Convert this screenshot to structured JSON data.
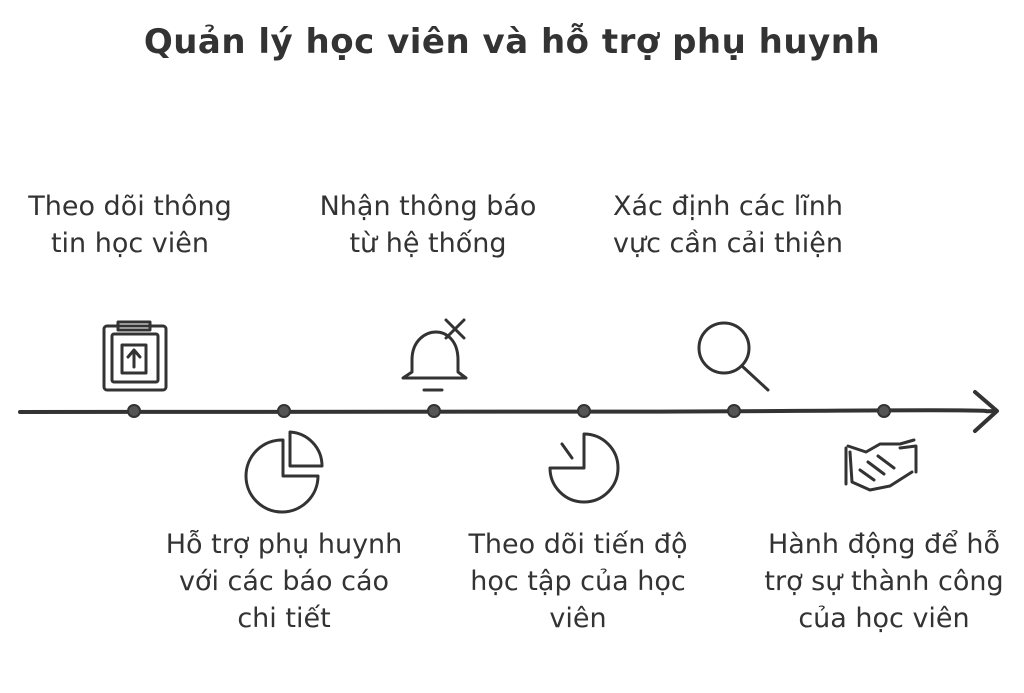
{
  "title": "Quản lý học viên và hỗ trợ phụ huynh",
  "steps": [
    {
      "label": "Theo dõi thông tin học viên",
      "icon": "clipboard-upload-icon",
      "side": "above"
    },
    {
      "label": "Hỗ trợ phụ huynh với các báo cáo chi tiết",
      "icon": "pie-chart-icon",
      "side": "below"
    },
    {
      "label": "Nhận thông báo từ hệ thống",
      "icon": "bell-off-icon",
      "side": "above"
    },
    {
      "label": "Theo dõi tiến độ học tập của học viên",
      "icon": "progress-pie-icon",
      "side": "below"
    },
    {
      "label": "Xác định các lĩnh vực cần cải thiện",
      "icon": "magnifier-icon",
      "side": "above"
    },
    {
      "label": "Hành động để hỗ trợ sự thành công của học viên",
      "icon": "handshake-icon",
      "side": "below"
    }
  ],
  "colors": {
    "ink": "#333333",
    "background": "#ffffff"
  }
}
